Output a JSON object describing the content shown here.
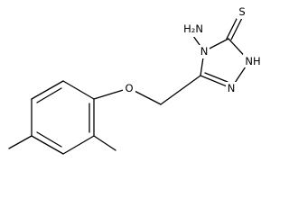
{
  "molecule": {
    "atoms": {
      "amino": "H₂N",
      "ring_n4": "N",
      "ring_n1": "N",
      "ring_n2h": "NH",
      "thione_s": "S",
      "ether_o": "O"
    }
  }
}
